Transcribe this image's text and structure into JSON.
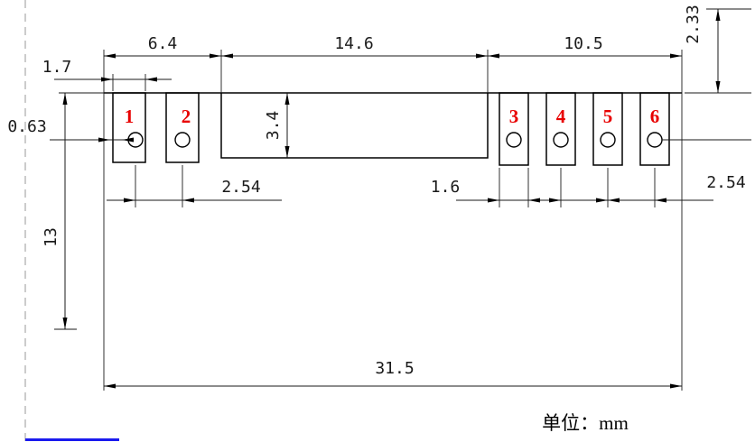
{
  "drawing": {
    "unit_label": "单位：mm",
    "pad_number_color": "#e80000",
    "accent_blue": "#1a1aee",
    "pads": [
      {
        "number": "1"
      },
      {
        "number": "2"
      },
      {
        "number": "3"
      },
      {
        "number": "4"
      },
      {
        "number": "5"
      },
      {
        "number": "6"
      }
    ],
    "dimensions": {
      "left_group_width": "6.4",
      "center_width": "14.6",
      "right_group_width": "10.5",
      "top_offset": "2.33",
      "left_pad_width": "1.7",
      "edge_to_hole": "0.63",
      "center_depth": "3.4",
      "left_pitch": "2.54",
      "right_pad_width": "1.6",
      "right_pitch": "2.54",
      "body_height": "13",
      "total_width": "31.5"
    }
  }
}
